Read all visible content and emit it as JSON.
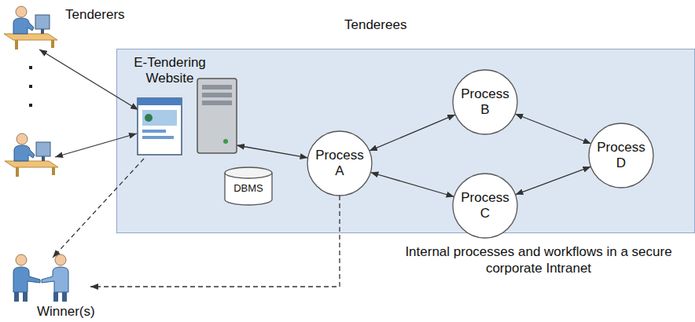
{
  "diagram": {
    "nodes": [
      {
        "text": [
          "Tenderers"
        ]
      },
      {
        "text": [
          "Tenderees"
        ]
      },
      {
        "text": [
          "E-Tendering Website"
        ],
        "in": 1
      },
      {
        "text": [
          "DBMS"
        ],
        "in": 1
      },
      {
        "text": [
          "Process A"
        ],
        "in": 1
      },
      {
        "text": [
          "Process B"
        ],
        "in": 1
      },
      {
        "text": [
          "Process C"
        ],
        "in": 1
      },
      {
        "text": [
          "Process D"
        ],
        "in": 1
      },
      {
        "text": [
          "Winner(s)"
        ]
      }
    ],
    "edges": [
      {
        "from": 0,
        "to": 2,
        "arrow": "both"
      },
      {
        "from": 2,
        "to": 4,
        "arrow": "both"
      },
      {
        "from": 4,
        "to": 5,
        "arrow": "both"
      },
      {
        "from": 4,
        "to": 6,
        "arrow": "both"
      },
      {
        "from": 5,
        "to": 7,
        "arrow": "both"
      },
      {
        "from": 6,
        "to": 7,
        "arrow": "both"
      },
      {
        "from": 2,
        "to": 8,
        "arrow": "to"
      },
      {
        "from": 4,
        "to": 8,
        "arrow": "to"
      }
    ],
    "labels": [
      "Internal processes and workflows in a secure corporate Intranet"
    ]
  }
}
